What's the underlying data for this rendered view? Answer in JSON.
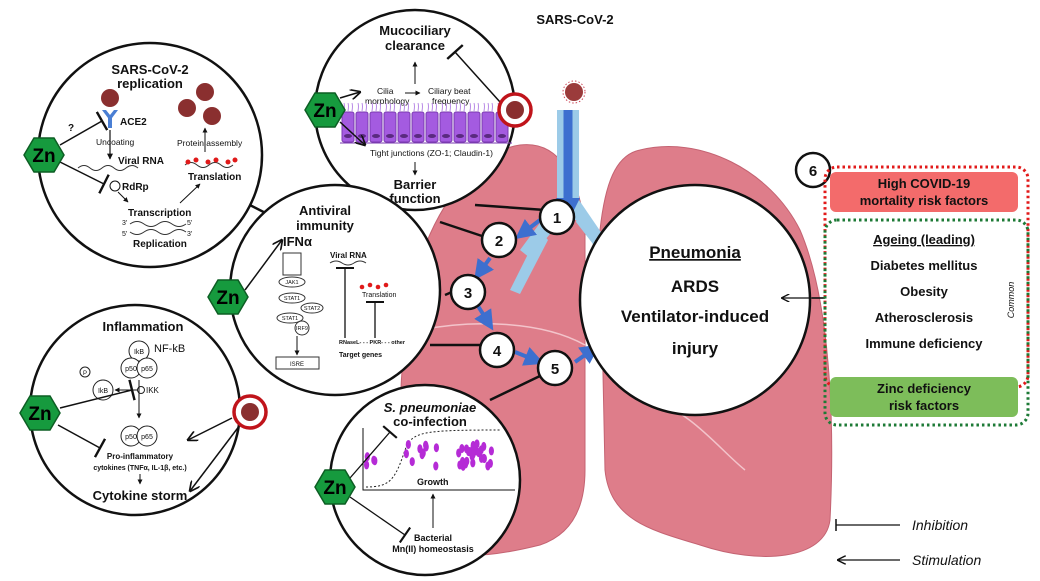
{
  "colors": {
    "zinc_green": "#169a3e",
    "virus_ring": "#c0141b",
    "lung_pink": "#de7d8a",
    "airway_blue": "#9ccbe8",
    "arrow_blue": "#3d6fcf",
    "high_risk_red": "#f36b6b",
    "zinc_risk_green": "#7dbd5a",
    "cilia_purple": "#a45be0"
  },
  "zinc_label": "Zn",
  "sars_label": "SARS-CoV-2",
  "replication": {
    "title1": "SARS-CoV-2",
    "title2": "replication",
    "ace2": "ACE2",
    "question": "?",
    "uncoating": "Uncoating",
    "viral_rna": "Viral RNA",
    "rdrp": "RdRp",
    "transcription": "Transcription",
    "replication": "Replication",
    "protein_assembly": "Protein assembly",
    "translation": "Translation",
    "p3": "3'",
    "p5": "5'"
  },
  "mucociliary": {
    "title1": "Mucociliary",
    "title2": "clearance",
    "cilia1": "Cilia",
    "cilia2": "morphology",
    "beat1": "Ciliary beat",
    "beat2": "frequency",
    "tight": "Tight junctions (ZO-1; Claudin-1)",
    "barrier1": "Barrier",
    "barrier2": "function"
  },
  "antiviral": {
    "title1": "Antiviral",
    "title2": "immunity",
    "ifn": "IFNα",
    "jak1": "JAK1",
    "stat1": "STAT1",
    "stat2": "STAT2",
    "irf9": "IRF9",
    "isre": "ISRE",
    "viral_rna": "Viral RNA",
    "translation": "Translation",
    "effectors": "RNaseL- - - PKR- - - other",
    "target_genes": "Target genes"
  },
  "inflammation": {
    "title": "Inflammation",
    "nfkb": "NF-kB",
    "ikb": "IkB",
    "p50": "p50",
    "p65": "p65",
    "p": "P",
    "ikk": "IKK",
    "pro1": "Pro-inflammatory",
    "pro2": "cytokines (TNFα, IL-1β, etc.)",
    "storm": "Cytokine storm"
  },
  "coinfection": {
    "title1": "S. pneumoniae",
    "title2": "co-infection",
    "growth": "Growth",
    "bact1": "Bacterial",
    "bact2": "Mn(II) homeostasis"
  },
  "outcome": {
    "line1": "Pneumonia",
    "line2": "ARDS",
    "line3": "Ventilator-induced",
    "line4": "injury"
  },
  "steps": [
    "1",
    "2",
    "3",
    "4",
    "5",
    "6"
  ],
  "risk": {
    "high1": "High COVID-19",
    "high2": "mortality risk factors",
    "items": [
      "Ageing (leading)",
      "Diabetes mellitus",
      "Obesity",
      "Atherosclerosis",
      "Immune deficiency"
    ],
    "common": "Common",
    "zinc1": "Zinc deficiency",
    "zinc2": "risk factors"
  },
  "legend": {
    "inhibition": "Inhibition",
    "stimulation": "Stimulation"
  }
}
